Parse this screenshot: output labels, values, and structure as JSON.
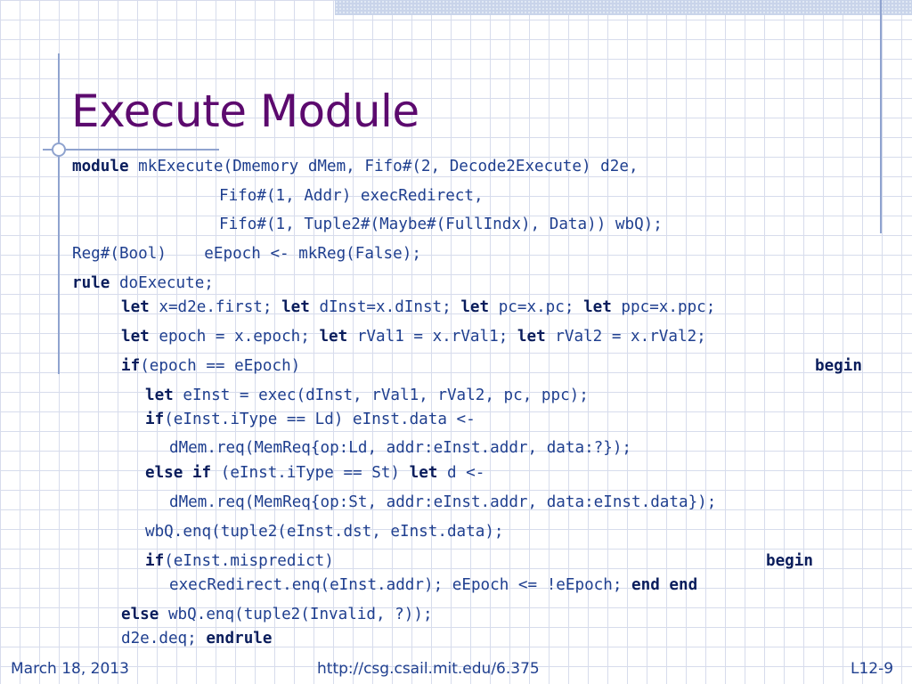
{
  "slide": {
    "title": "Execute Module",
    "lines": [
      [
        {
          "k": "module"
        },
        {
          "t": " mkExecute(Dmemory dMem, Fifo#(2, Decode2Execute) d2e,"
        }
      ],
      [
        {
          "t": "Fifo#(1, Addr) execRedirect,"
        }
      ],
      [
        {
          "t": "Fifo#(1, Tuple2#(Maybe#(FullIndx), Data)) wbQ);"
        }
      ],
      [
        {
          "t": "Reg#(Bool)    eEpoch <- mkReg(False);"
        }
      ],
      [
        {
          "k": "rule"
        },
        {
          "t": " doExecute;"
        }
      ],
      [
        {
          "k": "let"
        },
        {
          "t": " x=d2e.first; "
        },
        {
          "k": "let"
        },
        {
          "t": " dInst=x.dInst; "
        },
        {
          "k": "let"
        },
        {
          "t": " pc=x.pc; "
        },
        {
          "k": "let"
        },
        {
          "t": " ppc=x.ppc;"
        }
      ],
      [
        {
          "k": "let"
        },
        {
          "t": " epoch = x.epoch; "
        },
        {
          "k": "let"
        },
        {
          "t": " rVal1 = x.rVal1; "
        },
        {
          "k": "let"
        },
        {
          "t": " rVal2 = x.rVal2;"
        }
      ],
      [
        {
          "k": "if"
        },
        {
          "t": "(epoch == eEpoch)"
        }
      ],
      [
        {
          "k": "begin"
        }
      ],
      [
        {
          "k": "let"
        },
        {
          "t": " eInst = exec(dInst, rVal1, rVal2, pc, ppc);"
        }
      ],
      [
        {
          "k": "if"
        },
        {
          "t": "(eInst.iType == Ld) eInst.data <-"
        }
      ],
      [
        {
          "t": "dMem.req(MemReq{op:Ld, addr:eInst.addr, data:?});"
        }
      ],
      [
        {
          "k": "else if"
        },
        {
          "t": " (eInst.iType == St) "
        },
        {
          "k": "let"
        },
        {
          "t": " d <-"
        }
      ],
      [
        {
          "t": "dMem.req(MemReq{op:St, addr:eInst.addr, data:eInst.data});"
        }
      ],
      [
        {
          "t": "wbQ.enq(tuple2(eInst.dst, eInst.data);"
        }
      ],
      [
        {
          "k": "if"
        },
        {
          "t": "(eInst.mispredict)"
        }
      ],
      [
        {
          "k": "begin"
        }
      ],
      [
        {
          "t": "execRedirect.enq(eInst.addr); eEpoch <= !eEpoch; "
        },
        {
          "k": "end end"
        }
      ],
      [
        {
          "k": "else"
        },
        {
          "t": " wbQ.enq(tuple2(Invalid, ?));"
        }
      ],
      [
        {
          "t": "d2e.deq; "
        },
        {
          "k": "endrule"
        }
      ]
    ]
  },
  "footer": {
    "date": "March 18, 2013",
    "url": "http://csg.csail.mit.edu/6.375",
    "page": "L12-9"
  }
}
